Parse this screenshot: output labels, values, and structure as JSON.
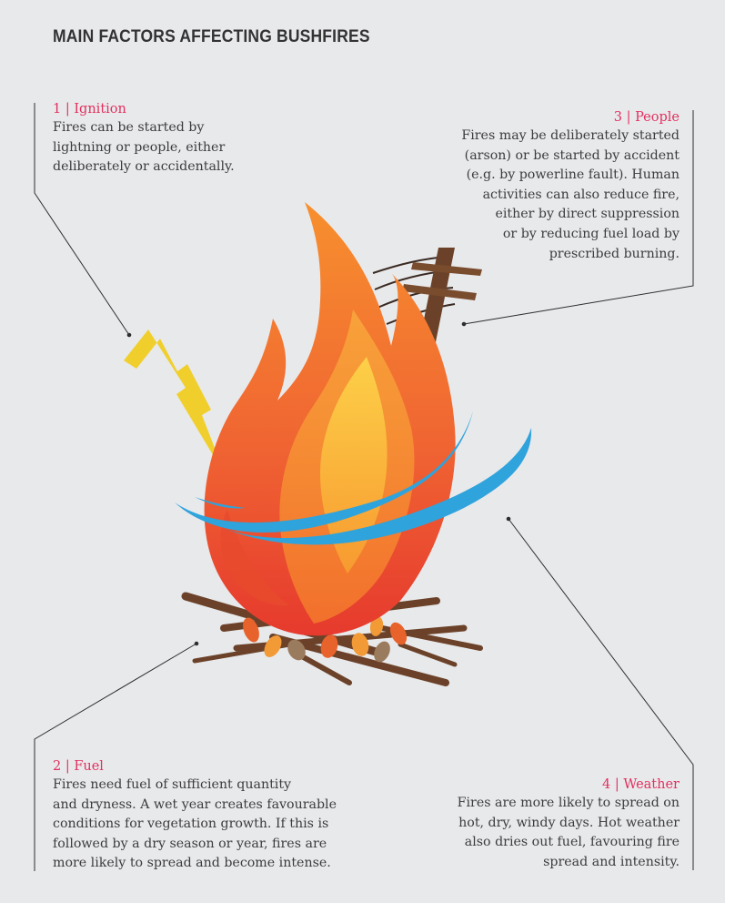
{
  "title": "MAIN FACTORS AFFECTING BUSHFIRES",
  "factors": [
    {
      "heading": "1 | Ignition",
      "lines": [
        "Fires can be started by",
        "lightning or people, either",
        "deliberately or accidentally."
      ]
    },
    {
      "heading": "2 | Fuel",
      "lines": [
        "Fires need fuel of sufficient quantity",
        "and dryness. A wet year creates favourable",
        "conditions for vegetation growth. If this is",
        "followed by a dry season or year, fires are",
        "more likely to spread and become intense."
      ]
    },
    {
      "heading": "3 | People",
      "lines": [
        "Fires may be deliberately started",
        "(arson) or be started by accident",
        "(e.g. by powerline fault). Human",
        "activities can also reduce fire,",
        "either by direct suppression",
        "or by reducing fuel load by",
        "prescribed burning."
      ]
    },
    {
      "heading": "4 | Weather",
      "lines": [
        "Fires are more likely to spread on",
        "hot, dry, windy days. Hot weather",
        "also dries out fuel, favouring fire",
        "spread and intensity."
      ]
    }
  ],
  "colors": {
    "panel": "#e8e9eb",
    "accent": "#e2305f",
    "text": "#3c3c3e",
    "flame_outer": "#ef5a2a",
    "flame_mid": "#f68a2b",
    "flame_inner": "#fbb33a",
    "lightning": "#f0cf2c",
    "wind": "#2fa3dc",
    "wood": "#6b4229"
  },
  "icons": [
    "lightning-bolt-icon",
    "fire-icon",
    "power-pole-icon",
    "wind-swirl-icon",
    "firewood-icon"
  ]
}
